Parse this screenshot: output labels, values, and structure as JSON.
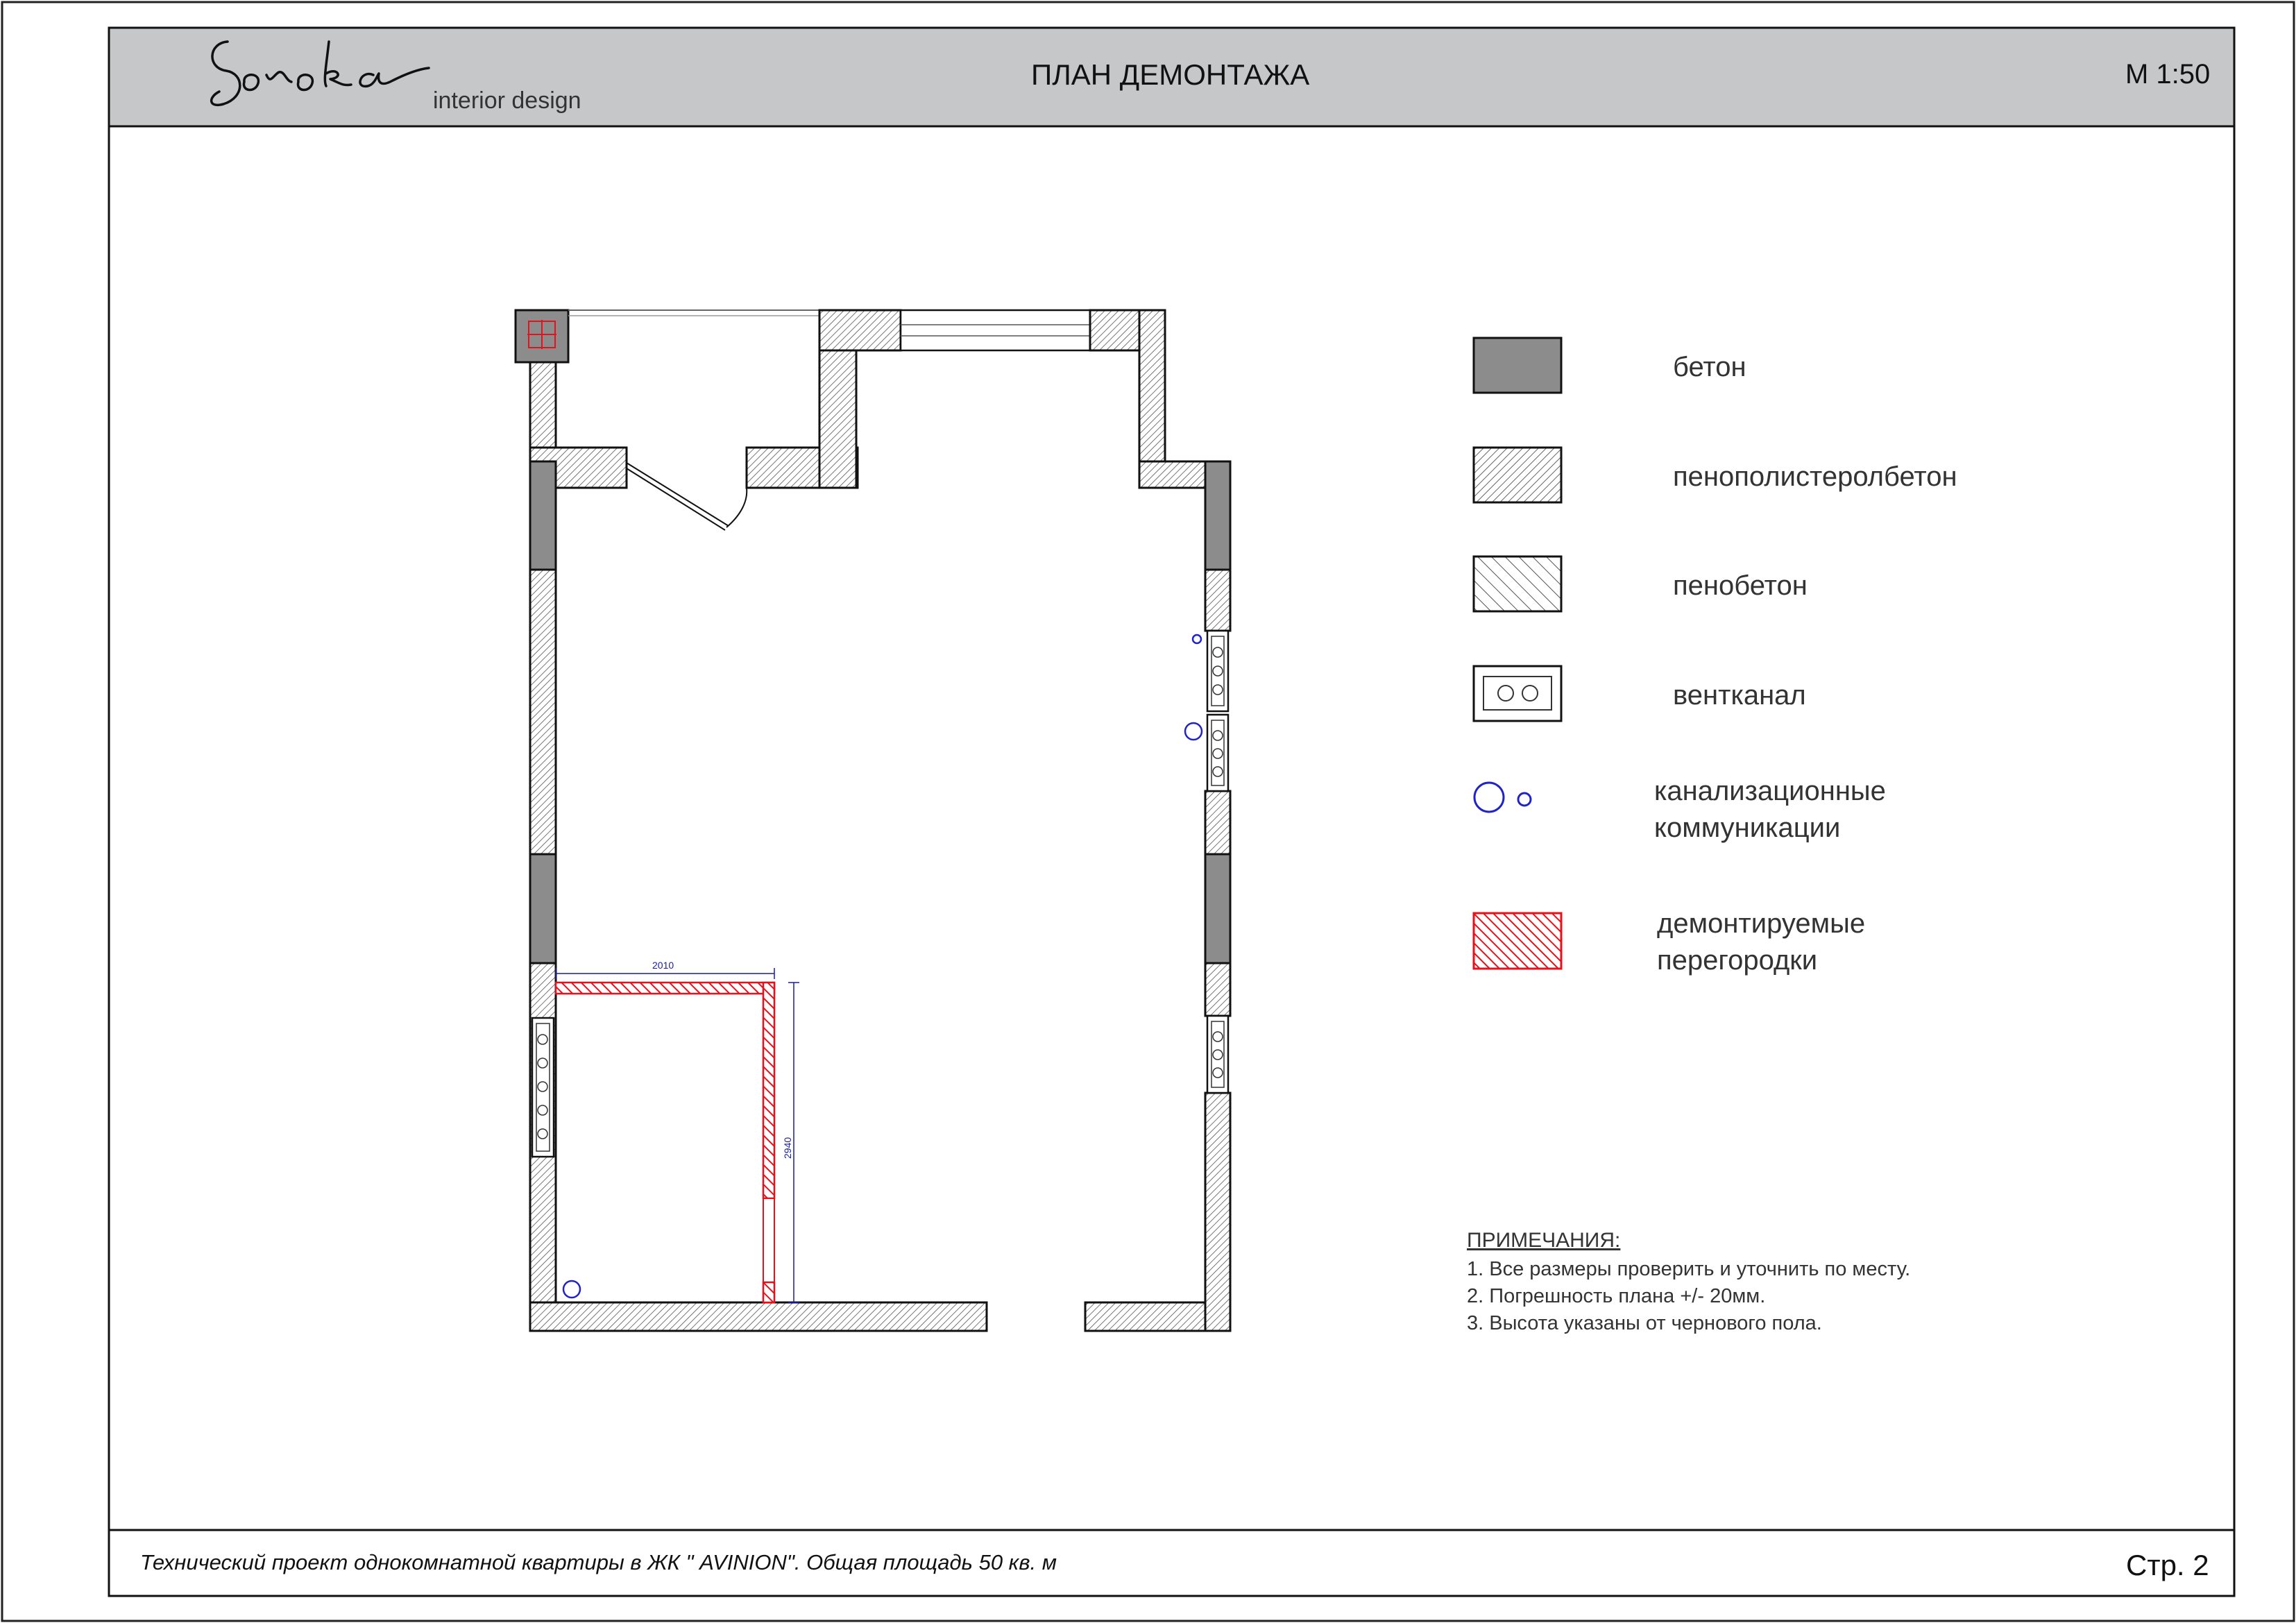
{
  "header": {
    "brand_script": "Soroka",
    "brand_sub": "interior design",
    "title": "ПЛАН  ДЕМОНТАЖА",
    "scale": "М 1:50"
  },
  "colors": {
    "header_bg": "#c6c7c9",
    "concrete": "#8c8c8c",
    "demolished": "#e8111b",
    "sewage": "#1f23c8",
    "dimension": "#1c1c9c"
  },
  "legend": {
    "items": [
      {
        "key": "concrete",
        "label": "бетон"
      },
      {
        "key": "polystyrene-concrete",
        "label": "пенополистеролбетон"
      },
      {
        "key": "foam-concrete",
        "label": "пенобетон"
      },
      {
        "key": "vent-duct",
        "label": "вентканал"
      },
      {
        "key": "sewage",
        "label_line1": "канализационные",
        "label_line2": "коммуникации"
      },
      {
        "key": "demolished",
        "label_line1": "демонтируемые",
        "label_line2": "перегородки"
      }
    ]
  },
  "plan": {
    "dimension_width": "2010",
    "dimension_height": "2940"
  },
  "notes": {
    "heading": "ПРИМЕЧАНИЯ:",
    "items": [
      "1. Все размеры проверить и уточнить по месту.",
      "2. Погрешность плана +/- 20мм.",
      "3. Высота указаны от чернового пола."
    ]
  },
  "footer": {
    "description": "Технический проект однокомнатной квартиры в ЖК \" AVINION\". Общая площадь 50 кв. м",
    "page": "Стр. 2"
  }
}
